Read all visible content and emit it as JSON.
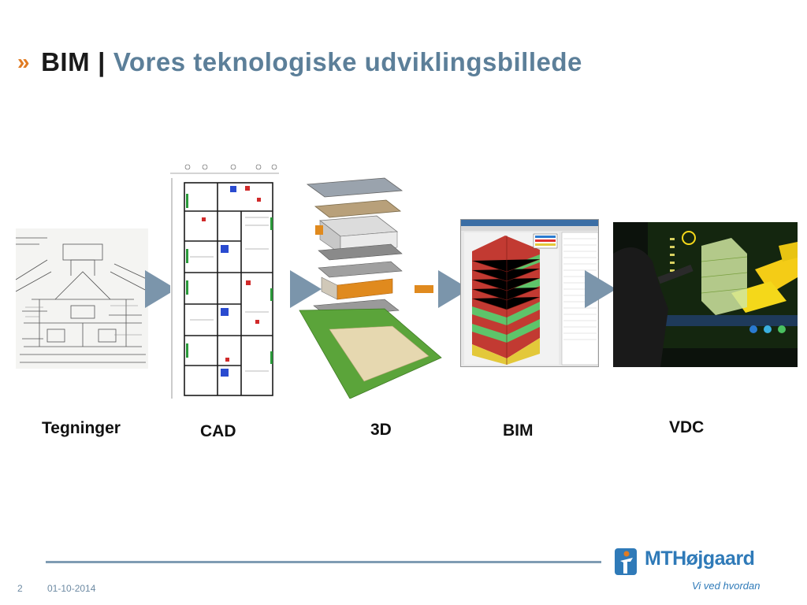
{
  "header": {
    "chevron": "»",
    "prefix": "BIM",
    "separator": "|",
    "title": "Vores teknologiske udviklingsbillede"
  },
  "stages": [
    {
      "label": "Tegninger",
      "image": "hand-sketch-elevation"
    },
    {
      "label": "CAD",
      "image": "cad-floor-plan"
    },
    {
      "label": "3D",
      "image": "exploded-3d-building-model"
    },
    {
      "label": "BIM",
      "image": "bim-software-screenshot"
    },
    {
      "label": "VDC",
      "image": "touchscreen-vdc-photo"
    }
  ],
  "footer": {
    "page_number": "2",
    "date": "01-10-2014"
  },
  "logo": {
    "name": "MTHøjgaard",
    "tagline": "Vi ved hvordan"
  },
  "colors": {
    "accent_orange": "#e07b22",
    "title_blue": "#5c7f99",
    "arrow": "#7b95ab",
    "logo_blue": "#2f7ab8"
  }
}
